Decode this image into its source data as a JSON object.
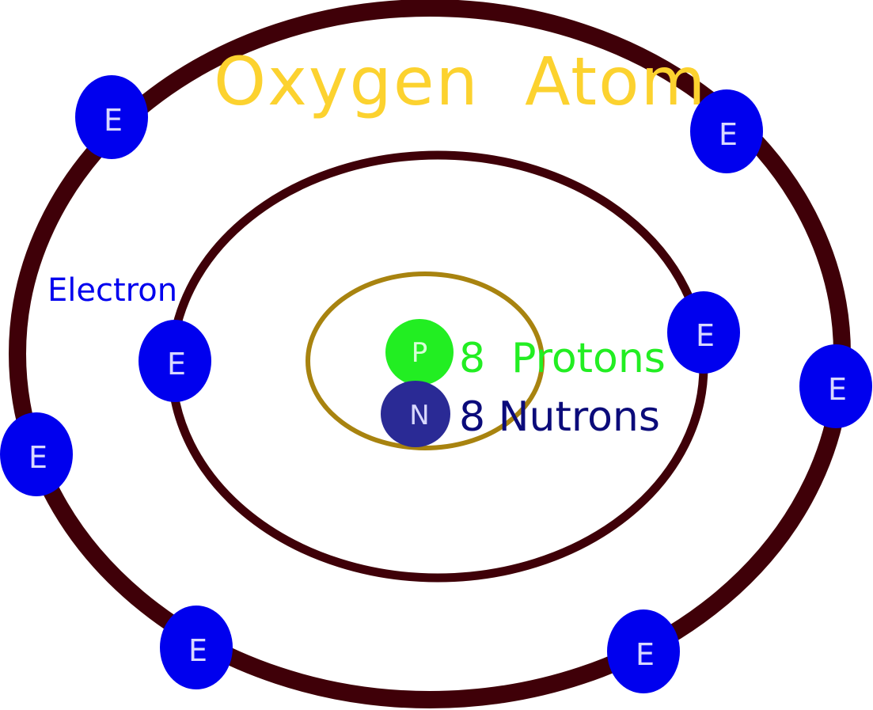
{
  "title": "Oxygen  Atom",
  "electron_label": "Electron",
  "electron_letter": "E",
  "nucleus": {
    "proton_letter": "P",
    "neutron_letter": "N",
    "protons_label": "8  Protons",
    "neutrons_label": "8 Nutrons"
  },
  "colors": {
    "title": "#fcd22f",
    "orbit": "#3f0008",
    "nucleus_ring": "#a8830f",
    "electron": "#0000ee",
    "electron_text": "#d8d8ff",
    "electron_label": "#0000ee",
    "proton": "#22ee22",
    "proton_text": "#d8ffd8",
    "protons_label": "#22ee22",
    "neutron": "#2a2a95",
    "neutron_text": "#d8d8ff",
    "neutrons_label": "#0b0b7a"
  }
}
